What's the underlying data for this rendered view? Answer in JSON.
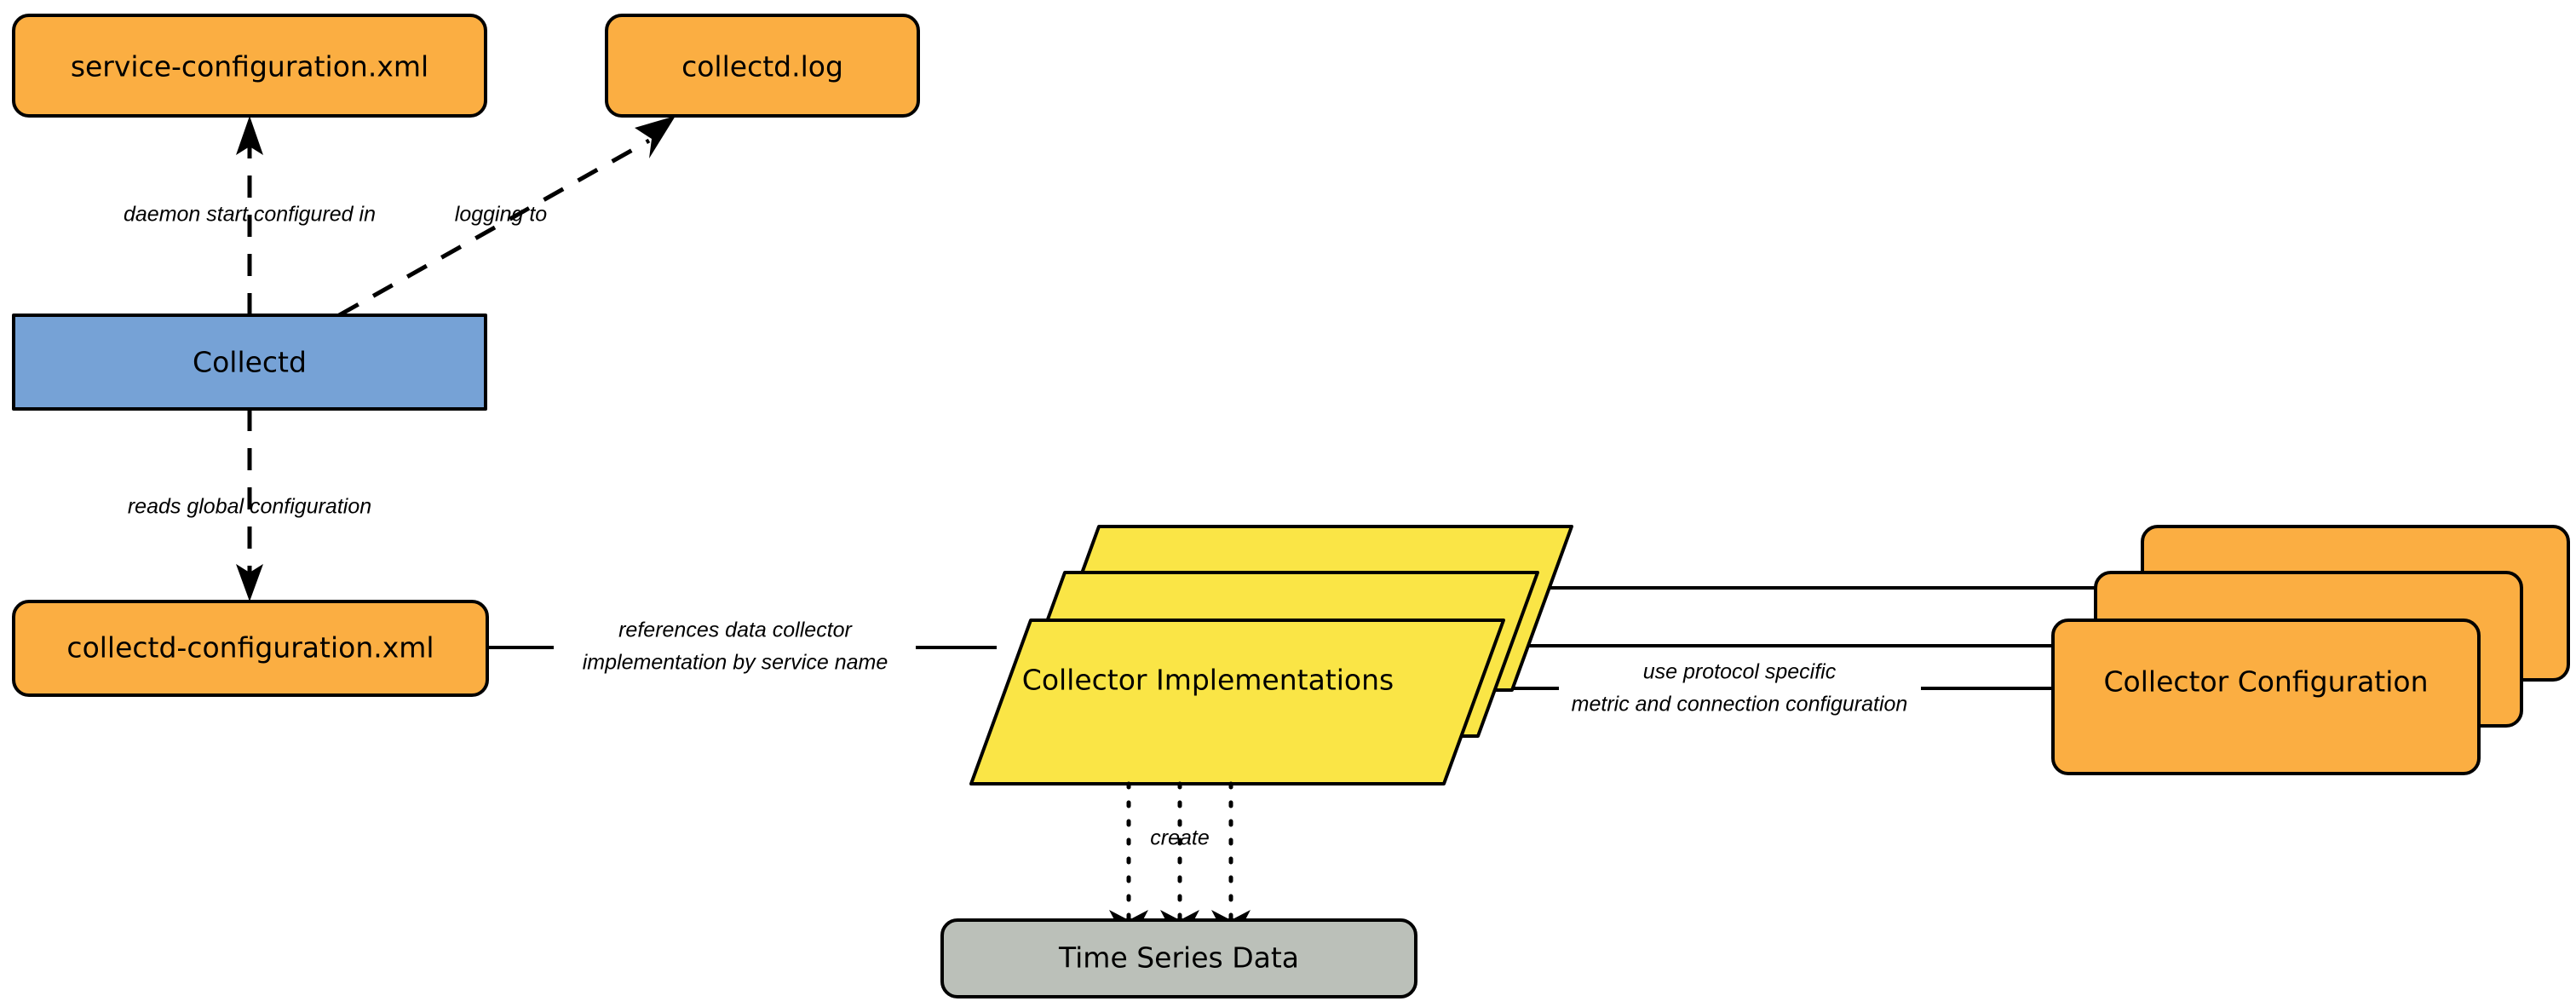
{
  "diagram": {
    "title": "Collectd architecture diagram",
    "background": "#ffffff",
    "colors": {
      "orange": "#FBAE42",
      "blue": "#76A2D6",
      "yellow": "#FAE546",
      "gray": "#BBC0B9",
      "stroke": "#000000"
    },
    "nodes": {
      "service_configuration_xml": {
        "label": "service-configuration.xml",
        "shape": "rounded-rectangle",
        "fill": "#FBAE42"
      },
      "collectd_log": {
        "label": "collectd.log",
        "shape": "rounded-rectangle",
        "fill": "#FBAE42"
      },
      "collectd": {
        "label": "Collectd",
        "shape": "rectangle",
        "fill": "#76A2D6"
      },
      "collectd_configuration_xml": {
        "label": "collectd-configuration.xml",
        "shape": "rounded-rectangle",
        "fill": "#FBAE42"
      },
      "collector_implementations": {
        "label": "Collector Implementations",
        "shape": "stacked-parallelogram",
        "fill": "#FAE546",
        "stack_count": 3
      },
      "collector_configuration": {
        "label": "Collector   Configuration",
        "shape": "stacked-rounded-rectangle",
        "fill": "#FBAE42",
        "stack_count": 3
      },
      "time_series_data": {
        "label": "Time Series Data",
        "shape": "rounded-rectangle",
        "fill": "#BBC0B9"
      }
    },
    "edges": {
      "daemon_start": {
        "label": "daemon start configured in",
        "style": "dashed",
        "arrow": "open-to-target",
        "from": "collectd",
        "to": "service-configuration.xml"
      },
      "logging_to": {
        "label": "logging to",
        "style": "dashed",
        "arrow": "open-to-target",
        "from": "collectd",
        "to": "collectd.log"
      },
      "reads_global_configuration": {
        "label": "reads global configuration",
        "style": "dashed",
        "arrow": "open-to-target",
        "from": "collectd",
        "to": "collectd-configuration.xml"
      },
      "references_impl": {
        "label_line1": "references data collector",
        "label_line2": "implementation by service name",
        "style": "solid",
        "arrow": "none",
        "from": "collectd-configuration.xml",
        "to": "Collector Implementations"
      },
      "use_protocol": {
        "label_line1": "use protocol specific",
        "label_line2": "metric and connection configuration",
        "style": "solid",
        "arrow": "none",
        "from": "Collector Implementations",
        "to": "Collector Configuration"
      },
      "create": {
        "label": "create",
        "style": "dotted",
        "arrow": "filled-to-target",
        "from": "Collector Implementations",
        "to": "Time Series Data",
        "multiplicity": 3
      }
    }
  }
}
